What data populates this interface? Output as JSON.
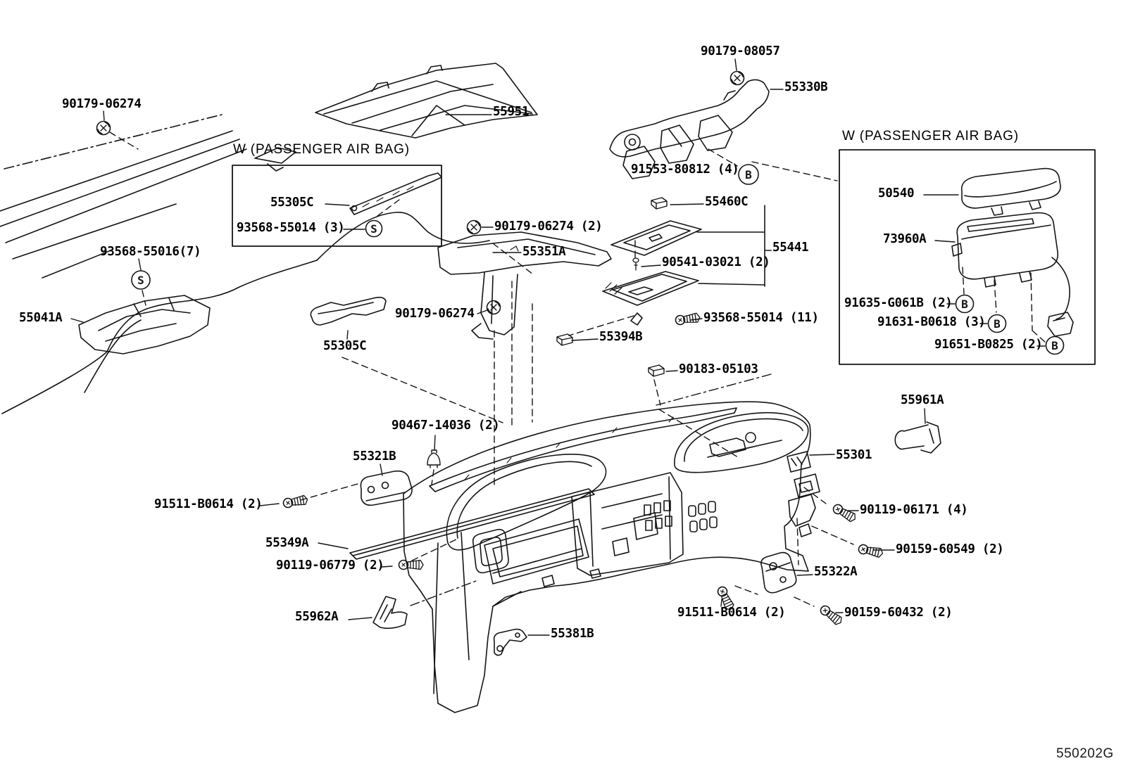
{
  "diagram": {
    "code": "550202G",
    "left_box_title": "W (PASSENGER AIR BAG)",
    "right_box_title": "W (PASSENGER AIR BAG)"
  },
  "labels": {
    "cowl_grommet": "90179-06274",
    "nozzle": "55951",
    "duct_grommet": "90179-08057",
    "duct": "55330B",
    "duct_bolt": "91553-80812 (4)",
    "reinforce_bar": "55305C",
    "reinforce_screw": "93568-55014 (3)",
    "insulator_screws": "93568-55016(7)",
    "insulator": "55041A",
    "bracket_grommet2": "90179-06274 (2)",
    "bracket": "55351A",
    "tray_clip": "55460C",
    "tray": "55441",
    "tray_pin": "90541-03021 (2)",
    "panel_screws11": "93568-55014 (11)",
    "clamp": "55394B",
    "cable_clip": "90183-05103",
    "bracket_grommet3": "90179-06274",
    "lower_duct": "55305C",
    "airbag_lid": "50540",
    "airbag": "73960A",
    "airbag_bolt1": "91635-G061B (2)",
    "airbag_bolt2": "91631-B0618 (3)",
    "airbag_bolt3": "91651-B0825 (2)",
    "side_nozzle": "55961A",
    "panel": "55301",
    "clip_90467": "90467-14036 (2)",
    "bracket_55321": "55321B",
    "screw_91511a": "91511-B0614 (2)",
    "screw_90119_06171": "90119-06171 (4)",
    "strip": "55349A",
    "screw_90159_60549": "90159-60549 (2)",
    "screw_90119_06779": "90119-06779 (2)",
    "bracket_55322": "55322A",
    "vent_55962": "55962A",
    "screw_91511b": "91511-B0614 (2)",
    "screw_90159_60432": "90159-60432 (2)",
    "bracket_55381": "55381B"
  },
  "symbols": {
    "s1": "S",
    "s2": "S",
    "b1": "B",
    "b2": "B",
    "b3": "B",
    "b4": "B"
  }
}
